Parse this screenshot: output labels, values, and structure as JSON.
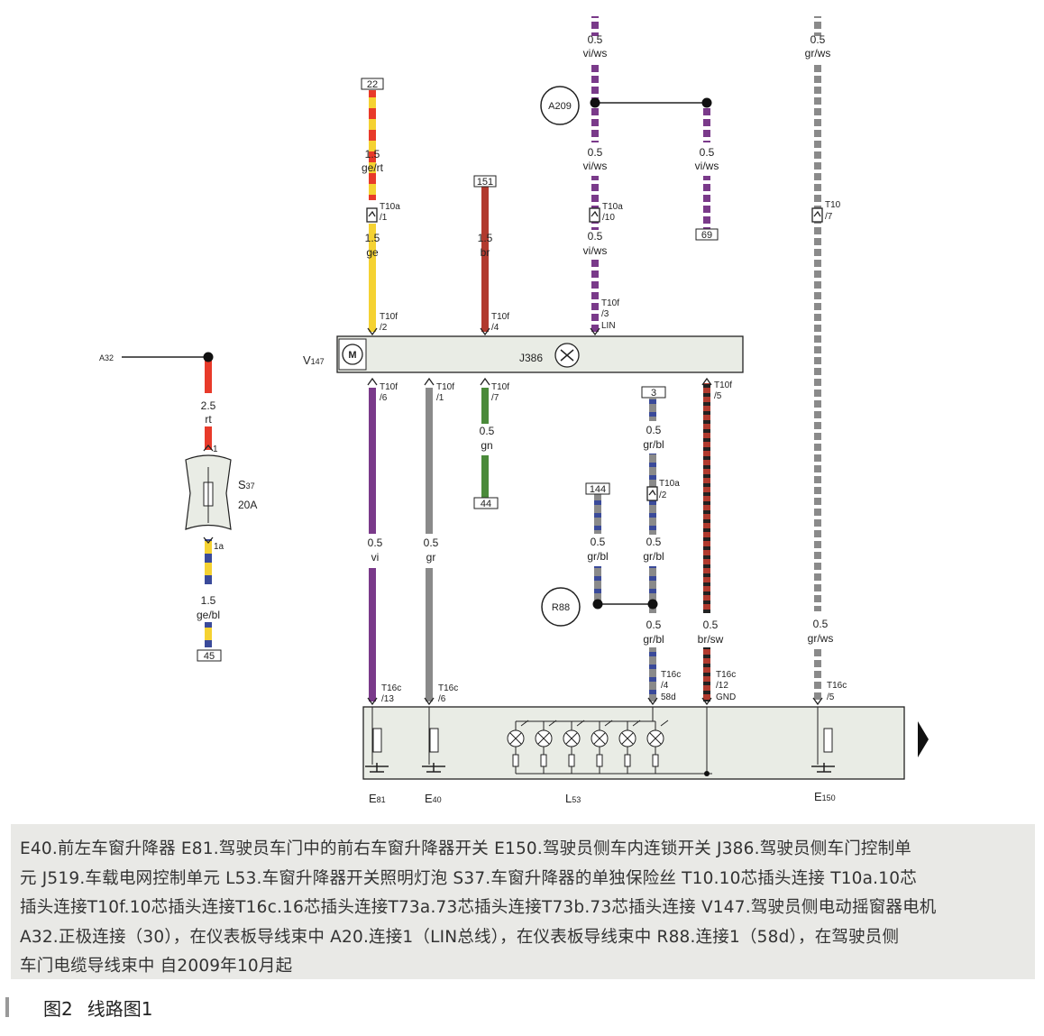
{
  "wires": [
    {
      "id": "w22",
      "colors": [
        "#e83a2a",
        "#f5d232"
      ],
      "size": "1.5",
      "code": "ge/rt"
    },
    {
      "id": "w22b",
      "colors": [
        "#f5d232"
      ],
      "size": "1.5",
      "code": "ge"
    },
    {
      "id": "w151",
      "colors": [
        "#b13a2e"
      ],
      "size": "1.5",
      "code": "br"
    },
    {
      "id": "wvi1",
      "colors": [
        "#7a3a8a",
        "#ffffff"
      ],
      "size": "0.5",
      "code": "vi/ws"
    },
    {
      "id": "wvi2",
      "colors": [
        "#7a3a8a",
        "#ffffff"
      ],
      "size": "0.5",
      "code": "vi/ws"
    },
    {
      "id": "wvi3",
      "colors": [
        "#7a3a8a",
        "#ffffff"
      ],
      "size": "0.5",
      "code": "vi/ws"
    },
    {
      "id": "wvi4",
      "colors": [
        "#7a3a8a",
        "#ffffff"
      ],
      "size": "0.5",
      "code": "vi/ws"
    },
    {
      "id": "wgrws1",
      "colors": [
        "#8a8a8a",
        "#ffffff"
      ],
      "size": "0.5",
      "code": "gr/ws"
    },
    {
      "id": "wgrws2",
      "colors": [
        "#8a8a8a",
        "#ffffff"
      ],
      "size": "0.5",
      "code": "gr/ws"
    },
    {
      "id": "wrt",
      "colors": [
        "#e83a2a"
      ],
      "size": "2.5",
      "code": "rt"
    },
    {
      "id": "wgebl",
      "colors": [
        "#f5d232",
        "#3a4a9a"
      ],
      "size": "1.5",
      "code": "ge/bl"
    },
    {
      "id": "wvi",
      "colors": [
        "#7a3a8a"
      ],
      "size": "0.5",
      "code": "vi"
    },
    {
      "id": "wgr",
      "colors": [
        "#8a8a8a"
      ],
      "size": "0.5",
      "code": "gr"
    },
    {
      "id": "wgn",
      "colors": [
        "#4a8a3a"
      ],
      "size": "0.5",
      "code": "gn"
    },
    {
      "id": "wgrbl1",
      "colors": [
        "#8a8a8a",
        "#3a4a9a"
      ],
      "size": "0.5",
      "code": "gr/bl"
    },
    {
      "id": "wgrbl2",
      "colors": [
        "#8a8a8a",
        "#3a4a9a"
      ],
      "size": "0.5",
      "code": "gr/bl"
    },
    {
      "id": "wgrbl3",
      "colors": [
        "#8a8a8a",
        "#3a4a9a"
      ],
      "size": "0.5",
      "code": "gr/bl"
    },
    {
      "id": "wgrbl4",
      "colors": [
        "#8a8a8a",
        "#3a4a9a"
      ],
      "size": "0.5",
      "code": "gr/bl"
    },
    {
      "id": "wbrsw",
      "colors": [
        "#b13a2e",
        "#222222"
      ],
      "size": "0.5",
      "code": "br/sw"
    }
  ],
  "refs": {
    "r22": "22",
    "r151": "151",
    "r69": "69",
    "r3": "3",
    "r44": "44",
    "r144": "144",
    "r45": "45"
  },
  "nodes": {
    "a209": "A209",
    "r88": "R88",
    "a32": "A32"
  },
  "pins": {
    "t10a_1": [
      "T10a",
      "/1"
    ],
    "t10a_10": [
      "T10a",
      "/10"
    ],
    "t10_7": [
      "T10",
      "/7"
    ],
    "t10a_2": [
      "T10a",
      "/2"
    ],
    "t10f_2": [
      "T10f",
      "/2"
    ],
    "t10f_4": [
      "T10f",
      "/4"
    ],
    "t10f_3": [
      "T10f",
      "/3",
      "LIN"
    ],
    "t10f_6": [
      "T10f",
      "/6"
    ],
    "t10f_1": [
      "T10f",
      "/1"
    ],
    "t10f_7": [
      "T10f",
      "/7"
    ],
    "t10f_5": [
      "T10f",
      "/5"
    ],
    "t16c_13": [
      "T16c",
      "/13"
    ],
    "t16c_6": [
      "T16c",
      "/6"
    ],
    "t16c_4": [
      "T16c",
      "/4",
      "58d"
    ],
    "t16c_12": [
      "T16c",
      "/12",
      "GND"
    ],
    "t16c_5": [
      "T16c",
      "/5"
    ],
    "s37_1": "1",
    "s37_1a": "1a"
  },
  "components": {
    "v147_main": "V",
    "v147_sub": "147",
    "motor": "M",
    "j386": "J386",
    "s37_main": "S",
    "s37_sub": "37",
    "s37_rating": "20A",
    "e81_main": "E",
    "e81_sub": "81",
    "e40_main": "E",
    "e40_sub": "40",
    "l53_main": "L",
    "l53_sub": "53",
    "e150_main": "E",
    "e150_sub": "150"
  },
  "legend": {
    "lines": [
      "E40.前左车窗升降器  E81.驾驶员车门中的前右车窗升降器开关  E150.驾驶员侧车内连锁开关  J386.驾驶员侧车门控制单",
      "元  J519.车载电网控制单元  L53.车窗升降器开关照明灯泡  S37.车窗升降器的单独保险丝  T10.10芯插头连接  T10a.10芯",
      "插头连接T10f.10芯插头连接T16c.16芯插头连接T73a.73芯插头连接T73b.73芯插头连接  V147.驾驶员侧电动摇窗器电机",
      "A32.正极连接（30），在仪表板导线束中  A20.连接1（LIN总线），在仪表板导线束中  R88.连接1（58d），在驾驶员侧",
      "车门电缆导线束中  自2009年10月起"
    ]
  },
  "caption": {
    "figure": "图2",
    "title": "线路图1"
  }
}
